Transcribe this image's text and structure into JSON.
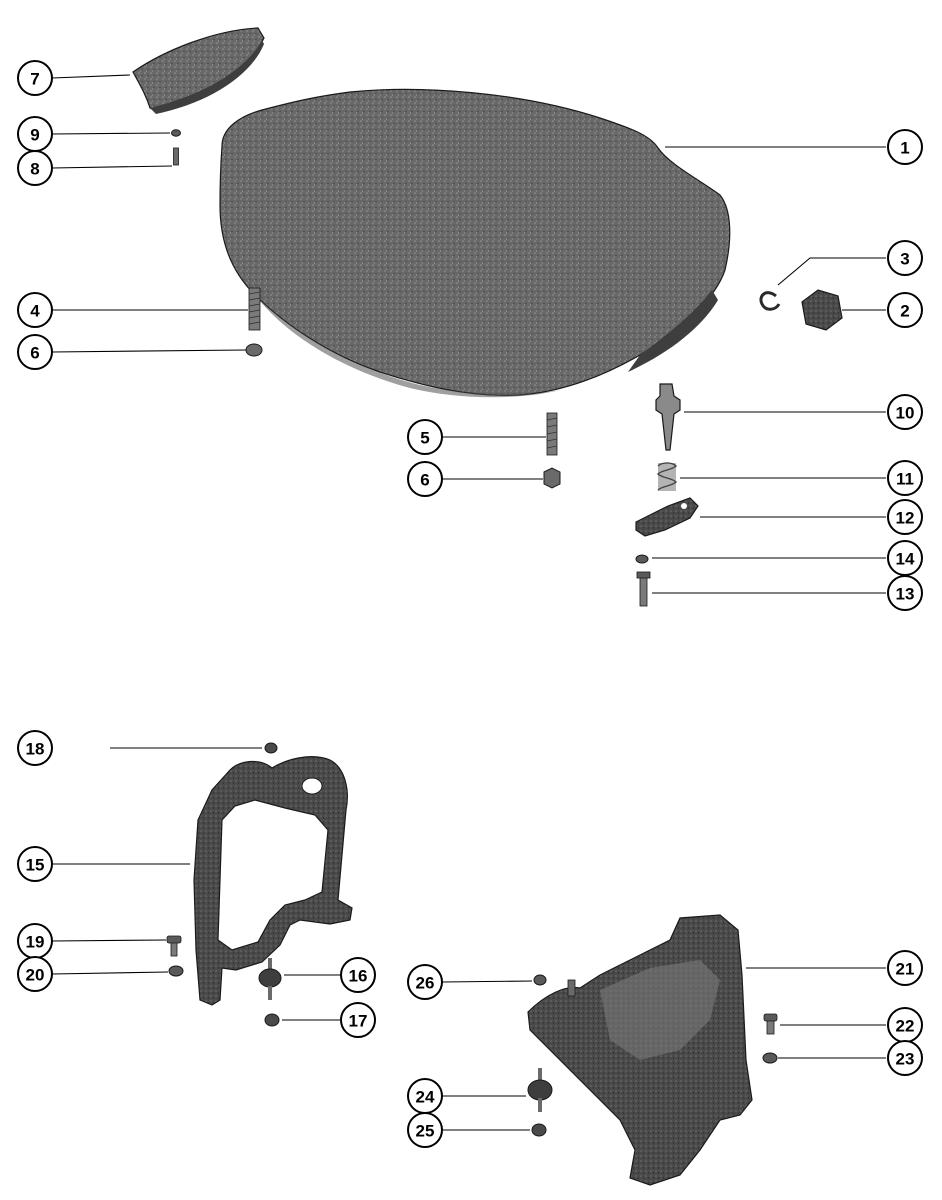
{
  "colors": {
    "ink": "#000000",
    "part_fill": "#6b6b6b",
    "part_dark": "#3e3e3e",
    "part_light": "#9a9a9a",
    "paper": "#ffffff"
  },
  "callouts": [
    {
      "id": "c1",
      "label": "1"
    },
    {
      "id": "c2",
      "label": "2"
    },
    {
      "id": "c3",
      "label": "3"
    },
    {
      "id": "c4",
      "label": "4"
    },
    {
      "id": "c5",
      "label": "5"
    },
    {
      "id": "c6a",
      "label": "6"
    },
    {
      "id": "c6b",
      "label": "6"
    },
    {
      "id": "c7",
      "label": "7"
    },
    {
      "id": "c8",
      "label": "8"
    },
    {
      "id": "c9",
      "label": "9"
    },
    {
      "id": "c10",
      "label": "10"
    },
    {
      "id": "c11",
      "label": "11"
    },
    {
      "id": "c12",
      "label": "12"
    },
    {
      "id": "c13",
      "label": "13"
    },
    {
      "id": "c14",
      "label": "14"
    },
    {
      "id": "c15",
      "label": "15"
    },
    {
      "id": "c16",
      "label": "16"
    },
    {
      "id": "c17",
      "label": "17"
    },
    {
      "id": "c18",
      "label": "18"
    },
    {
      "id": "c19",
      "label": "19"
    },
    {
      "id": "c20",
      "label": "20"
    },
    {
      "id": "c21",
      "label": "21"
    },
    {
      "id": "c22",
      "label": "22"
    },
    {
      "id": "c23",
      "label": "23"
    },
    {
      "id": "c24",
      "label": "24"
    },
    {
      "id": "c25",
      "label": "25"
    },
    {
      "id": "c26",
      "label": "26"
    }
  ]
}
